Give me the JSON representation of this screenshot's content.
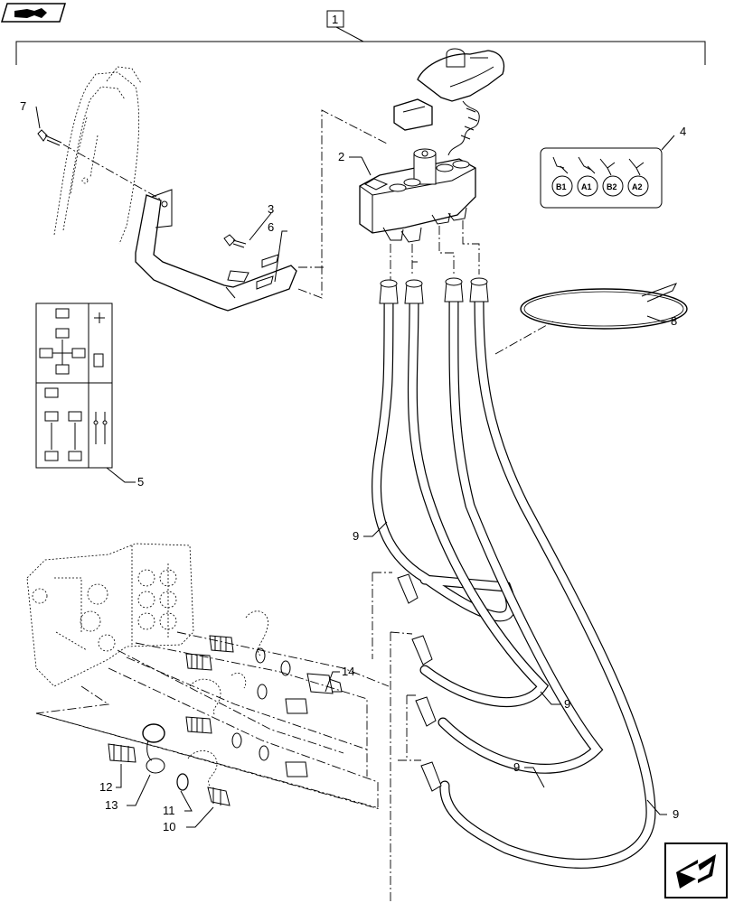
{
  "callouts": {
    "c1": "1",
    "c2": "2",
    "c3": "3",
    "c4": "4",
    "c5": "5",
    "c6": "6",
    "c7": "7",
    "c8": "8",
    "c9a": "9",
    "c9b": "9",
    "c9c": "9",
    "c9d": "9",
    "c10": "10",
    "c11": "11",
    "c12": "12",
    "c13": "13",
    "c14": "14"
  },
  "function_labels": [
    "B1",
    "A1",
    "B2",
    "A2"
  ],
  "icons": {
    "top_left": "book-arrow-icon",
    "bottom_right": "next-page-arrow-icon"
  }
}
